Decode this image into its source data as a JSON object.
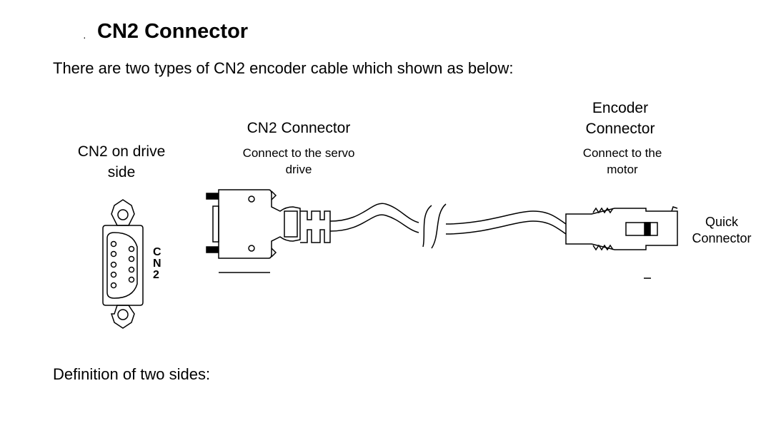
{
  "section": {
    "bullet": "·",
    "title": "CN2 Connector",
    "intro": "There are two types of CN2 encoder cable which shown as below:",
    "definition": "Definition of two sides:"
  },
  "figure": {
    "drive_side_label_line1": "CN2 on drive",
    "drive_side_label_line2": "side",
    "port_marking": [
      "C",
      "N",
      "2"
    ],
    "cn2_connector_label": "CN2 Connector",
    "cn2_connector_sub_line1": "Connect to the servo",
    "cn2_connector_sub_line2": "drive",
    "encoder_label_line1": "Encoder",
    "encoder_label_line2": "Connector",
    "encoder_sub_line1": "Connect to the",
    "encoder_sub_line2": "motor",
    "quick_label_line1": "Quick",
    "quick_label_line2": "Connector"
  }
}
